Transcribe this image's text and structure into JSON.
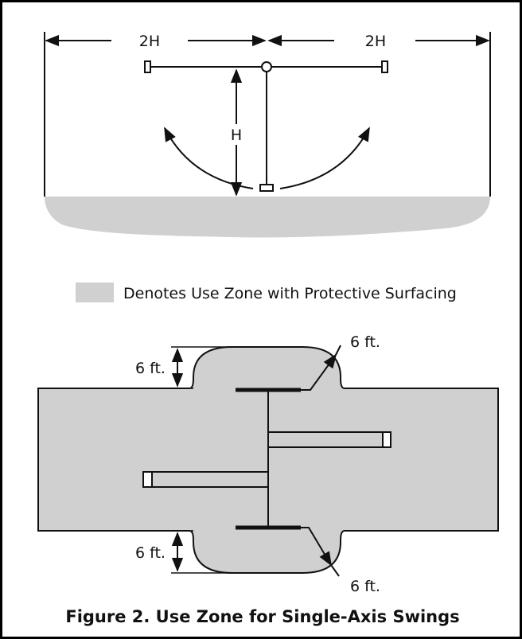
{
  "top_diagram": {
    "width_label_left": "2H",
    "width_label_right": "2H",
    "height_label": "H"
  },
  "legend": {
    "text": "Denotes Use Zone with Protective Surfacing",
    "swatch_color": "#d0d0d0"
  },
  "plan_diagram": {
    "top_side_label": "6 ft.",
    "top_leader_label": "6 ft.",
    "bottom_side_label": "6 ft.",
    "bottom_leader_label": "6 ft."
  },
  "caption": "Figure 2. Use Zone for Single-Axis Swings",
  "colors": {
    "zone_fill": "#d0d0d0",
    "line": "#111111",
    "border": "#000000"
  }
}
